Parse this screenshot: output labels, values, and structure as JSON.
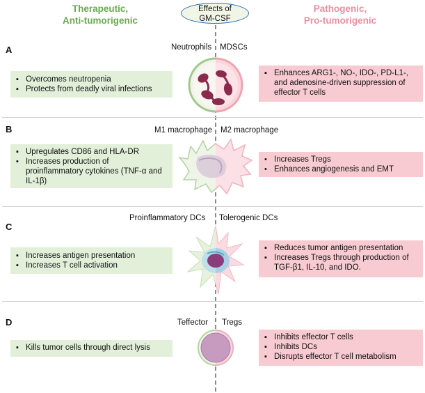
{
  "header": {
    "left_title": "Therapeutic,\nAnti-tumorigenic",
    "center_title": "Effects of\nGM-CSF",
    "right_title": "Pathogenic,\nPro-tumorigenic"
  },
  "colors": {
    "therapeutic": "#6aa84f",
    "pathogenic": "#ea8fa0",
    "green_box": "#e2f0d9",
    "pink_box": "#f8cbd2"
  },
  "panels": [
    {
      "letter": "A",
      "left_cell": "Neutrophils",
      "right_cell": "MDSCs",
      "left_items": [
        "Overcomes neutropenia",
        "Protects from deadly viral infections"
      ],
      "right_items": [
        "Enhances ARG1-, NO-, IDO-, PD-L1-, and adenosine-driven suppression of effector T cells"
      ],
      "icon": "neutrophil-mdsc-icon"
    },
    {
      "letter": "B",
      "left_cell": "M1 macrophage",
      "right_cell": "M2 macrophage",
      "left_items": [
        "Upregulates CD86 and HLA-DR",
        "Increases production of proinflammatory cytokines (TNF-α and IL-1β)"
      ],
      "right_items": [
        "Increases Tregs",
        "Enhances angiogenesis and EMT"
      ],
      "icon": "macrophage-icon"
    },
    {
      "letter": "C",
      "left_cell": "Proinflammatory DCs",
      "right_cell": "Tolerogenic DCs",
      "left_items": [
        "Increases antigen presentation",
        "Increases T cell activation"
      ],
      "right_items": [
        "Reduces tumor antigen presentation",
        "Increases Tregs through production of TGF-β1, IL-10, and IDO."
      ],
      "icon": "dendritic-cell-icon"
    },
    {
      "letter": "D",
      "left_cell": "Teffector",
      "right_cell": "Tregs",
      "left_items": [
        "Kills tumor cells through direct lysis"
      ],
      "right_items": [
        "Inhibits effector T cells",
        "Inhibits DCs",
        "Disrupts effector T cell metabolism"
      ],
      "icon": "t-cell-icon"
    }
  ]
}
